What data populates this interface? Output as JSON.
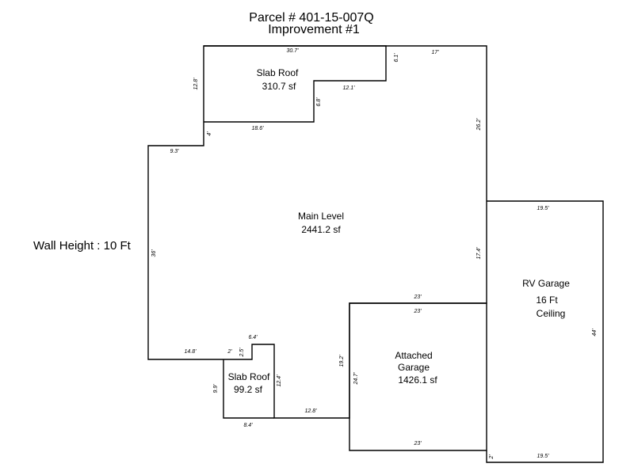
{
  "header": {
    "parcel": "Parcel # 401-15-007Q",
    "improvement": "Improvement #1"
  },
  "wall_height": "Wall Height : 10 Ft",
  "areas": [
    {
      "id": "slab-roof-top",
      "lines": [
        "Slab Roof",
        "310.7 sf"
      ]
    },
    {
      "id": "main-level",
      "lines": [
        "Main Level",
        "2441.2 sf"
      ]
    },
    {
      "id": "rv-garage",
      "lines": [
        "RV Garage",
        "16 Ft",
        "Ceiling"
      ]
    },
    {
      "id": "attached-garage",
      "lines": [
        "Attached",
        "Garage",
        "1426.1 sf"
      ]
    },
    {
      "id": "slab-roof-bottom",
      "lines": [
        "Slab Roof",
        "99.2 sf"
      ]
    }
  ],
  "dimensions": [
    "30.7'",
    "6.1'",
    "17'",
    "12.8'",
    "12.1'",
    "6.8'",
    "18.6'",
    "4'",
    "26.2'",
    "9.3'",
    "36'",
    "19.5'",
    "17.4'",
    "23'",
    "23'",
    "44'",
    "6.4'",
    "2'",
    "2.5'",
    "14.8'",
    "12.4'",
    "9.9'",
    "8.4'",
    "12.8'",
    "19.2'",
    "24.7'",
    "23'",
    "2'",
    "19.5'"
  ]
}
